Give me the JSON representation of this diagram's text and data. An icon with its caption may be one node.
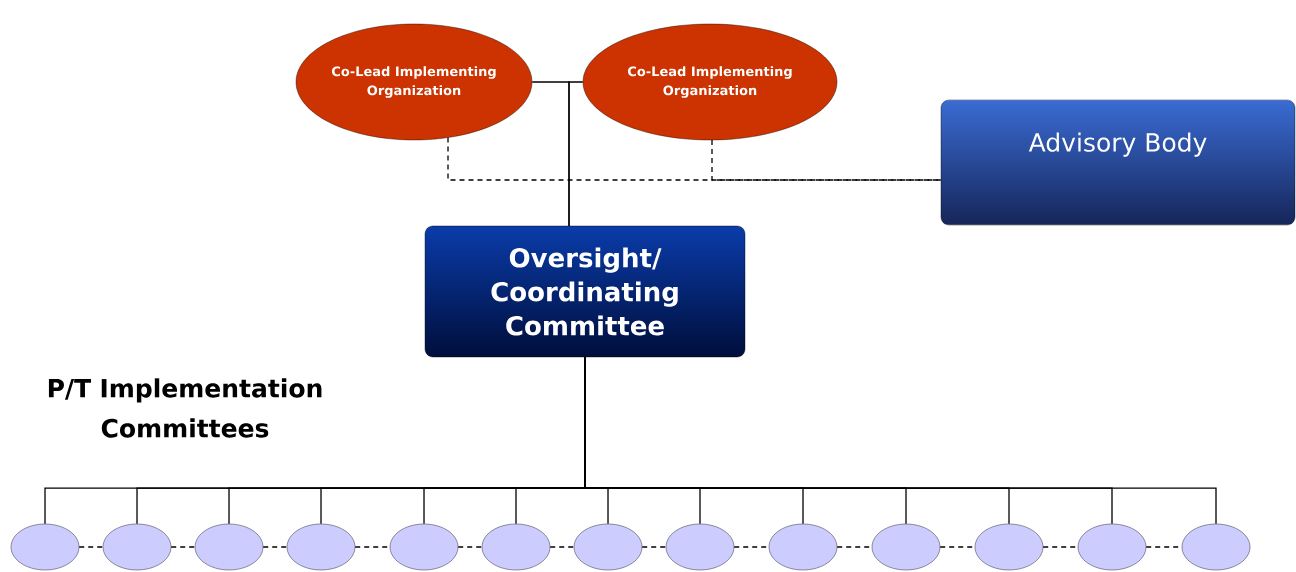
{
  "diagram": {
    "nodes": [
      {
        "text": [
          "Co-Lead Implementing Organization"
        ]
      },
      {
        "text": [
          "Co-Lead Implementing Organization"
        ]
      },
      {
        "text": [
          "Advisory Body"
        ]
      },
      {
        "text": [
          "Oversight/ Coordinating Committee"
        ]
      },
      {
        "text": [],
        "shape": "circle"
      },
      {
        "text": [],
        "shape": "circle"
      },
      {
        "text": [],
        "shape": "circle"
      },
      {
        "text": [],
        "shape": "circle"
      },
      {
        "text": [],
        "shape": "circle"
      },
      {
        "text": [],
        "shape": "circle"
      },
      {
        "text": [],
        "shape": "circle"
      },
      {
        "text": [],
        "shape": "circle"
      },
      {
        "text": [],
        "shape": "circle"
      },
      {
        "text": [],
        "shape": "circle"
      },
      {
        "text": [],
        "shape": "circle"
      },
      {
        "text": [],
        "shape": "circle"
      },
      {
        "text": [],
        "shape": "circle"
      }
    ],
    "edges": [
      {
        "from": 0,
        "to": 3,
        "arrow": "none"
      },
      {
        "from": 1,
        "to": 3,
        "arrow": "none"
      },
      {
        "from": 0,
        "to": 2,
        "arrow": "none",
        "style": "dashed"
      },
      {
        "from": 1,
        "to": 2,
        "arrow": "none",
        "style": "dashed"
      },
      {
        "from": 3,
        "to": 4,
        "arrow": "none"
      },
      {
        "from": 3,
        "to": 5,
        "arrow": "none"
      },
      {
        "from": 3,
        "to": 6,
        "arrow": "none"
      },
      {
        "from": 3,
        "to": 7,
        "arrow": "none"
      },
      {
        "from": 3,
        "to": 8,
        "arrow": "none"
      },
      {
        "from": 3,
        "to": 9,
        "arrow": "none"
      },
      {
        "from": 3,
        "to": 10,
        "arrow": "none"
      },
      {
        "from": 3,
        "to": 11,
        "arrow": "none"
      },
      {
        "from": 3,
        "to": 12,
        "arrow": "none"
      },
      {
        "from": 3,
        "to": 13,
        "arrow": "none"
      },
      {
        "from": 3,
        "to": 14,
        "arrow": "none"
      },
      {
        "from": 3,
        "to": 15,
        "arrow": "none"
      },
      {
        "from": 3,
        "to": 16,
        "arrow": "none"
      },
      {
        "from": 4,
        "to": 5,
        "arrow": "none",
        "style": "dashed"
      },
      {
        "from": 5,
        "to": 6,
        "arrow": "none",
        "style": "dashed"
      },
      {
        "from": 6,
        "to": 7,
        "arrow": "none",
        "style": "dashed"
      },
      {
        "from": 7,
        "to": 8,
        "arrow": "none",
        "style": "dashed"
      },
      {
        "from": 8,
        "to": 9,
        "arrow": "none",
        "style": "dashed"
      },
      {
        "from": 9,
        "to": 10,
        "arrow": "none",
        "style": "dashed"
      },
      {
        "from": 10,
        "to": 11,
        "arrow": "none",
        "style": "dashed"
      },
      {
        "from": 11,
        "to": 12,
        "arrow": "none",
        "style": "dashed"
      },
      {
        "from": 12,
        "to": 13,
        "arrow": "none",
        "style": "dashed"
      },
      {
        "from": 13,
        "to": 14,
        "arrow": "none",
        "style": "dashed"
      },
      {
        "from": 14,
        "to": 15,
        "arrow": "none",
        "style": "dashed"
      },
      {
        "from": 15,
        "to": 16,
        "arrow": "none",
        "style": "dashed"
      }
    ],
    "labels": [
      "P/T Implementation Committees"
    ]
  }
}
